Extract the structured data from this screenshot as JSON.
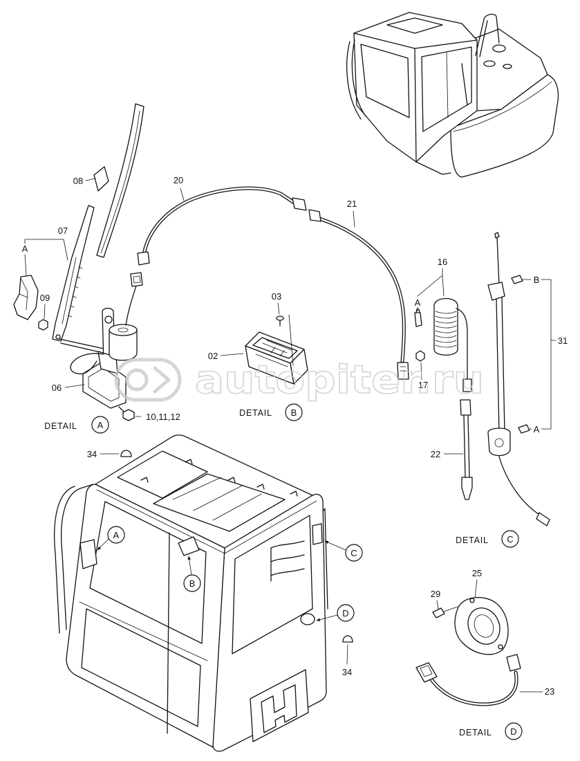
{
  "labels": {
    "p08": "08",
    "p20": "20",
    "p21": "21",
    "p07": "07",
    "p07_ref": "A",
    "p09": "09",
    "p03": "03",
    "p16": "16",
    "p16_ref": "A",
    "p31_ref_top": "B",
    "p31": "31",
    "p02": "02",
    "p06": "06",
    "p17": "17",
    "p10_11_12": "10,11,12",
    "p31_ref_bottom": "A",
    "p22": "22",
    "p34_top": "34",
    "p34_bottom": "34",
    "p25": "25",
    "p29": "29",
    "p23": "23"
  },
  "details": [
    {
      "word": "DETAIL",
      "letter": "A"
    },
    {
      "word": "DETAIL",
      "letter": "B"
    },
    {
      "word": "DETAIL",
      "letter": "C"
    },
    {
      "word": "DETAIL",
      "letter": "D"
    }
  ],
  "cab_callouts": {
    "a": "A",
    "b": "B",
    "c": "C",
    "d": "D"
  },
  "watermark": {
    "text": "autopiter.ru",
    "logo_icon": "autopiter-logo-icon"
  },
  "colors": {
    "line": "#111111",
    "watermark": "#c8c8c8",
    "background": "#ffffff"
  }
}
